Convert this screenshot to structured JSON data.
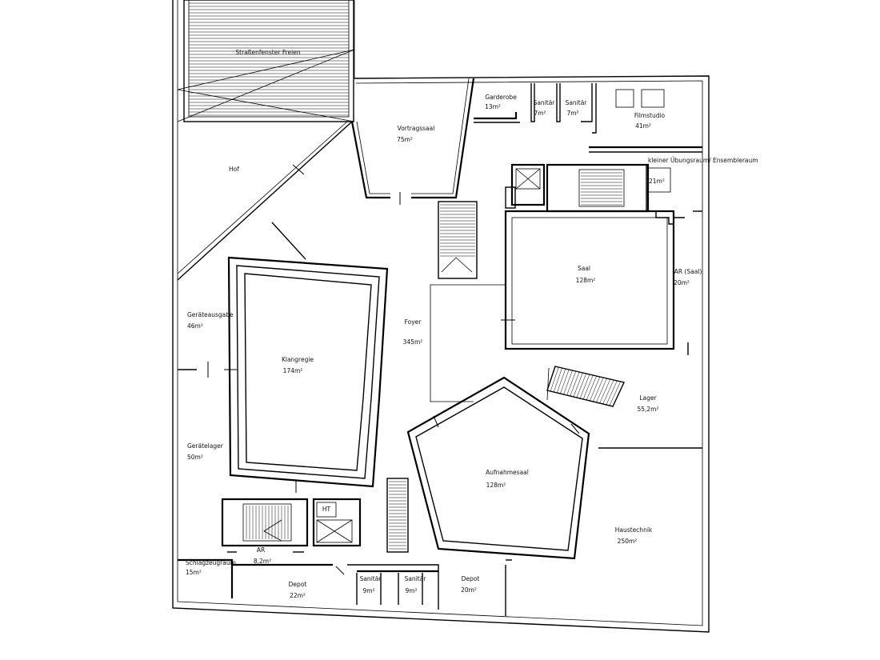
{
  "plan": {
    "rooms": [
      {
        "id": "strassenbahn",
        "name": "Straßenfenster Freien",
        "area": ""
      },
      {
        "id": "hof",
        "name": "Hof",
        "area": ""
      },
      {
        "id": "vortragssaal",
        "name": "Vortragssaal",
        "area": "75m²"
      },
      {
        "id": "garderobe",
        "name": "Garderobe",
        "area": "13m²"
      },
      {
        "id": "sanitaer1",
        "name": "Sanitär",
        "area": "7m²"
      },
      {
        "id": "sanitaer2",
        "name": "Sanitär",
        "area": "7m²"
      },
      {
        "id": "filmstudio",
        "name": "Filmstudio",
        "area": "41m²"
      },
      {
        "id": "uebungsraum",
        "name": "kleiner Übungsraum/ Ensembleraum",
        "area": "21m²"
      },
      {
        "id": "saal",
        "name": "Saal",
        "area": "128m²"
      },
      {
        "id": "ar_saal",
        "name": "AR (Saal)",
        "area": "20m²"
      },
      {
        "id": "foyer",
        "name": "Foyer",
        "area": "345m²"
      },
      {
        "id": "geraeteausgabe",
        "name": "Geräteausgabe",
        "area": "46m²"
      },
      {
        "id": "klangregie",
        "name": "Klangregie",
        "area": "174m²"
      },
      {
        "id": "lager",
        "name": "Lager",
        "area": "55,2m²"
      },
      {
        "id": "geraetelager",
        "name": "Gerätelager",
        "area": "50m²"
      },
      {
        "id": "aufnahmesaal",
        "name": "Aufnahmesaal",
        "area": "128m²"
      },
      {
        "id": "haustechnik",
        "name": "Haustechnik",
        "area": "250m²"
      },
      {
        "id": "ht",
        "name": "HT",
        "area": ""
      },
      {
        "id": "ar",
        "name": "AR",
        "area": "8,2m²"
      },
      {
        "id": "schlagzeugraum",
        "name": "Schlagzeugraum",
        "area": "15m²"
      },
      {
        "id": "depot1",
        "name": "Depot",
        "area": "22m²"
      },
      {
        "id": "sanitaer3",
        "name": "Sanitär",
        "area": "9m²"
      },
      {
        "id": "sanitaer4",
        "name": "Sanitär",
        "area": "9m²"
      },
      {
        "id": "depot2",
        "name": "Depot",
        "area": "20m²"
      }
    ]
  }
}
